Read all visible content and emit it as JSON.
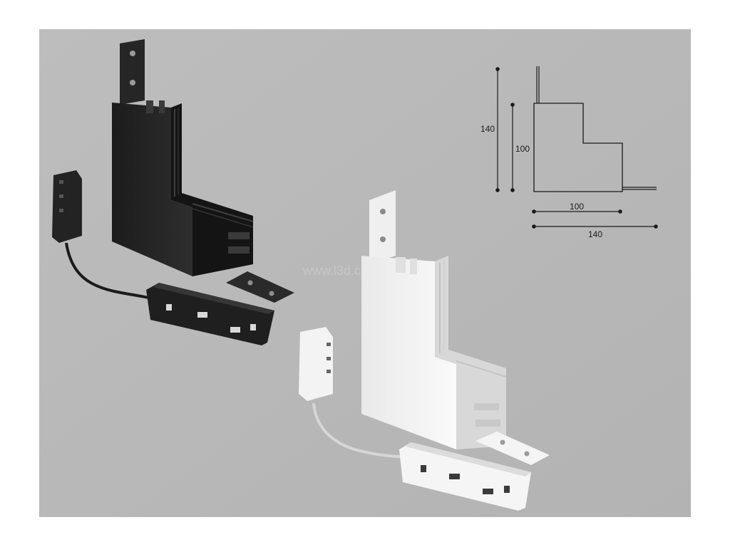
{
  "colors": {
    "background": "#b8b8b8",
    "black_part": "#2a2a2a",
    "white_part": "#f2f2f2",
    "drawing_line": "#1a1a1a"
  },
  "drawing": {
    "height_outer": "140",
    "height_inner": "100",
    "width_inner": "100",
    "width_outer": "140"
  },
  "watermark": "www.l3d.cz"
}
